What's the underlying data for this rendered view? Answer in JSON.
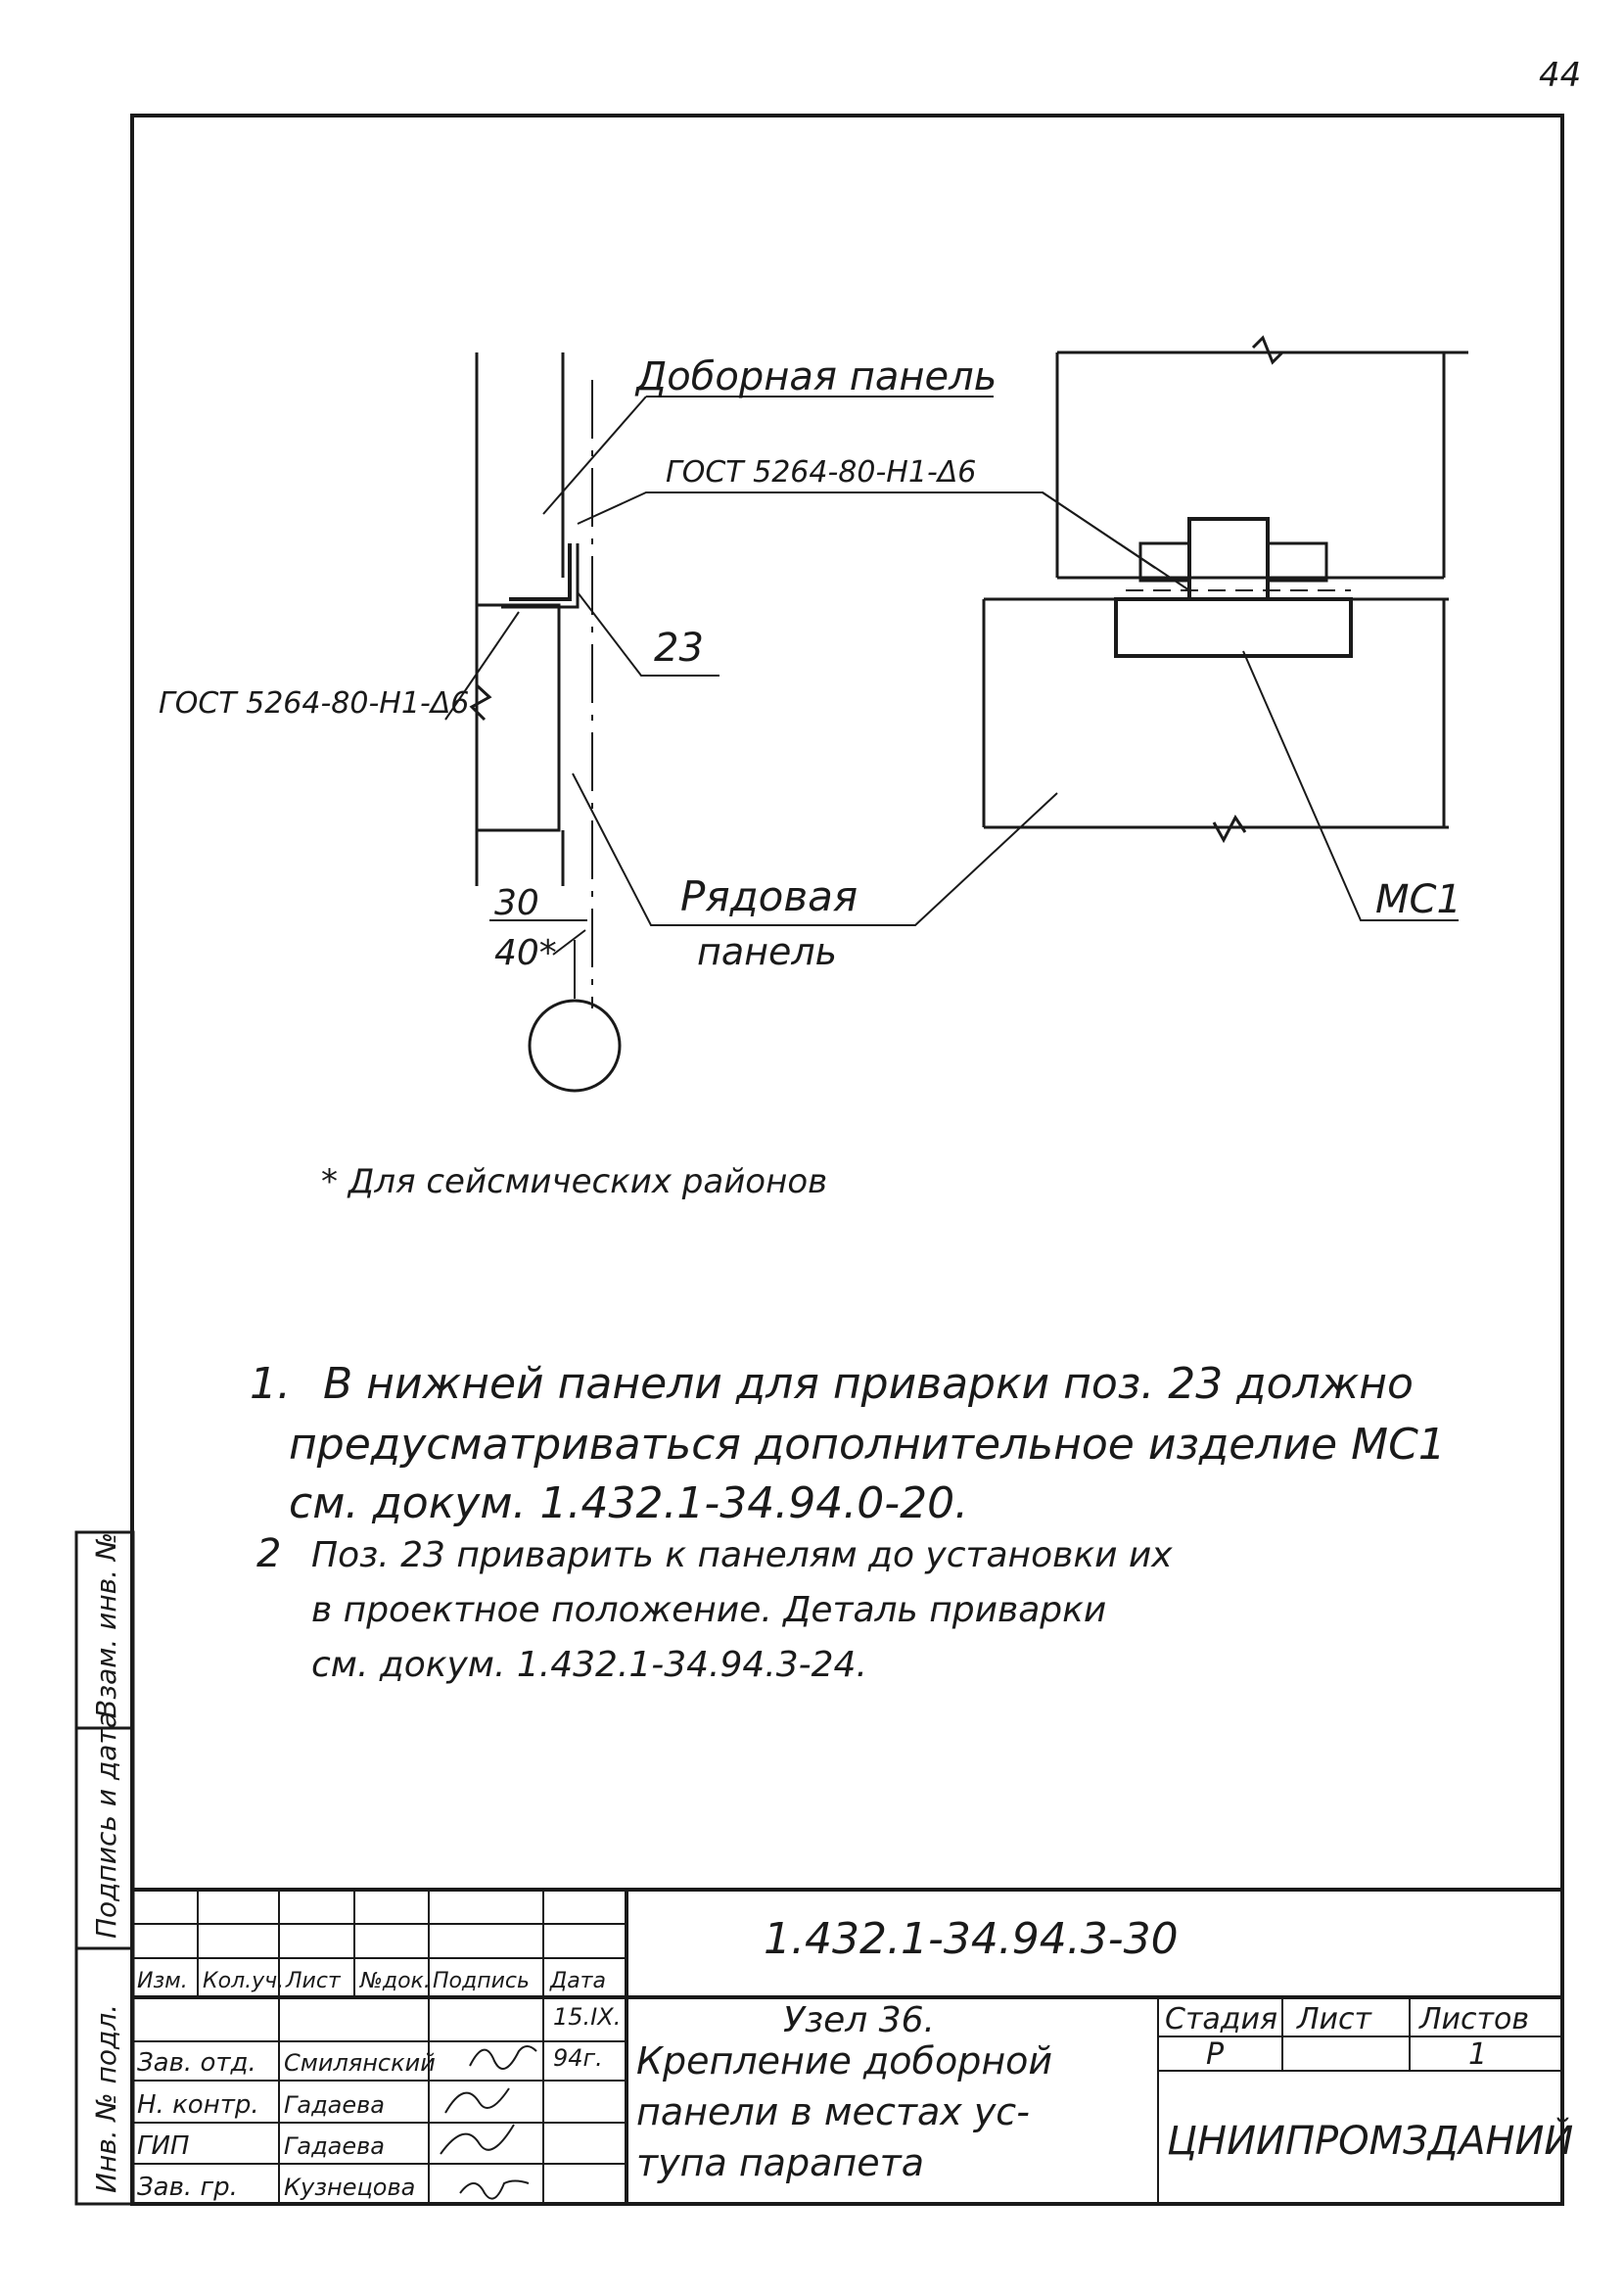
{
  "page_number": "44",
  "drawing": {
    "label_dobornaya": "Доборная панель",
    "label_gost_top": "ГОСТ 5264-80-Н1-Δ6",
    "label_gost_left": "ГОСТ 5264-80-Н1-Δ6",
    "label_pos23": "23",
    "label_ryadovaya_1": "Рядовая",
    "label_ryadovaya_2": "панель",
    "label_mc1": "МС1",
    "dim_30": "30",
    "dim_40": "40*"
  },
  "footnote": "* Для сейсмических районов",
  "notes": [
    {
      "num": "1.",
      "lines": [
        "В нижней панели для приварки поз. 23 должно",
        "предусматриваться дополнительное изделие МС1",
        "см. докум. 1.432.1-34.94.0-20."
      ]
    },
    {
      "num": "2",
      "lines": [
        "Поз. 23 приварить к панелям до установки их",
        "в проектное положение. Деталь приварки",
        "см. докум. 1.432.1-34.94.3-24."
      ]
    }
  ],
  "side_stamp": {
    "vzam": "Взам. инв. №",
    "podpis": "Подпись и дата",
    "inv": "Инв. № подл."
  },
  "title_block": {
    "designation": "1.432.1-34.94.3-30",
    "headers": [
      "Изм.",
      "Кол.уч.",
      "Лист",
      "№док.",
      "Подпись",
      "Дата"
    ],
    "date_day": "15.IX.",
    "date_year": "94г.",
    "roles": [
      "Зав. отд.",
      "Н. контр.",
      "ГИП",
      "Зав. гр."
    ],
    "names": [
      "Смилянский",
      "Гадаева",
      "Гадаева",
      "Кузнецова"
    ],
    "title_lines": [
      "Узел 36.",
      "Крепление доборной",
      "панели в местах ус-",
      "тупа парапета"
    ],
    "stage_label": "Стадия",
    "sheet_label": "Лист",
    "sheets_label": "Листов",
    "stage_value": "Р",
    "sheet_value": "1",
    "organization": "ЦНИИПРОМЗДАНИЙ"
  }
}
